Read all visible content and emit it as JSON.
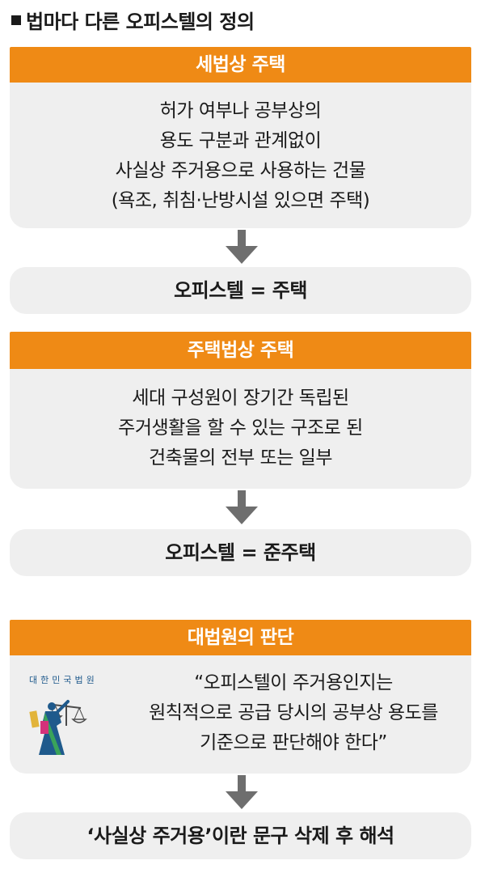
{
  "title": "법마다 다른 오피스텔의 정의",
  "sections": [
    {
      "header": "세법상 주택",
      "body_lines": [
        "허가 여부나 공부상의",
        "용도 구분과 관계없이",
        "사실상 주거용으로 사용하는 건물",
        "(욕조, 취침·난방시설 있으면 주택)"
      ],
      "result": "오피스텔 = 주택"
    },
    {
      "header": "주택법상 주택",
      "body_lines": [
        "세대 구성원이 장기간 독립된",
        "주거생활을 할 수 있는 구조로 된",
        "건축물의 전부 또는 일부"
      ],
      "result": "오피스텔 = 준주택"
    },
    {
      "header": "대법원의 판단",
      "body_lines": [
        "“오피스텔이 주거용인지는",
        "원칙적으로 공급 당시의 공부상 용도를",
        "기준으로 판단해야 한다”"
      ],
      "emblem_text": "대한민국법원",
      "result": "‘사실상 주거용’이란 문구 삭제 후 해석"
    }
  ],
  "colors": {
    "header_bg": "#ef8a15",
    "panel_bg": "#efefef",
    "arrow": "#6e6e6e",
    "text": "#1a1a1a"
  },
  "icons": {
    "arrow": "down-arrow-icon",
    "emblem": "supreme-court-emblem-icon",
    "bullet": "square-bullet-icon"
  }
}
